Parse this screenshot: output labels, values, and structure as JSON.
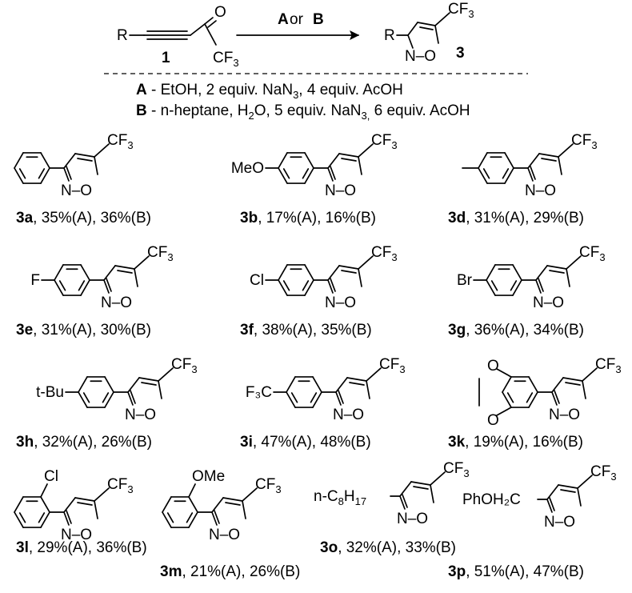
{
  "scheme": {
    "reactant_r": "R",
    "reactant_o": "O",
    "reactant_cf3": "CF",
    "reactant_cf3_sub": "3",
    "reactant_number": "1",
    "condition_a": "A",
    "condition_or": " or ",
    "condition_b": "B",
    "product_r": "R",
    "product_cf3": "CF",
    "product_cf3_sub": "3",
    "product_no": "N–O",
    "product_number": "3"
  },
  "conditions": {
    "a_label": "A",
    "a_text": " - EtOH, 2 equiv. NaN",
    "a_sub": "3",
    "a_text2": ", 4 equiv. AcOH",
    "b_label": "B",
    "b_text": " - n-heptane, H",
    "b_sub1": "2",
    "b_text2": "O, 5 equiv. NaN",
    "b_sub2": "3,",
    "b_text3": " 6 equiv. AcOH"
  },
  "common": {
    "cf": "CF",
    "sub3": "3",
    "no": "N–O"
  },
  "compounds": [
    {
      "id": "3a",
      "yield": ", 35%(A), 36%(B)",
      "substituent": ""
    },
    {
      "id": "3b",
      "yield": ", 17%(A), 16%(B)",
      "substituent": "MeO"
    },
    {
      "id": "3d",
      "yield": ", 31%(A), 29%(B)",
      "substituent": ""
    },
    {
      "id": "3e",
      "yield": ", 31%(A), 30%(B)",
      "substituent": "F"
    },
    {
      "id": "3f",
      "yield": ", 38%(A), 35%(B)",
      "substituent": "Cl"
    },
    {
      "id": "3g",
      "yield": ", 36%(A), 34%(B)",
      "substituent": "Br"
    },
    {
      "id": "3h",
      "yield": ", 32%(A), 26%(B)",
      "substituent": "t-Bu"
    },
    {
      "id": "3i",
      "yield": ", 47%(A), 48%(B)",
      "substituent": "F₃C"
    },
    {
      "id": "3k",
      "yield": ", 19%(A), 16%(B)",
      "substituent": "O"
    },
    {
      "id": "3l",
      "yield": ", 29%(A), 36%(B)",
      "substituent": "Cl"
    },
    {
      "id": "3m",
      "yield": ", 21%(A), 26%(B)",
      "substituent": "OMe"
    },
    {
      "id": "3o",
      "yield": ", 32%(A), 33%(B)",
      "substituent": "n-C"
    },
    {
      "id": "3p",
      "yield": ", 51%(A), 47%(B)",
      "substituent": "PhOH₂C"
    }
  ],
  "extra": {
    "o_sub_h17": "8",
    "h17": "H",
    "h17_sub": "17",
    "dioxane_o": "O"
  }
}
